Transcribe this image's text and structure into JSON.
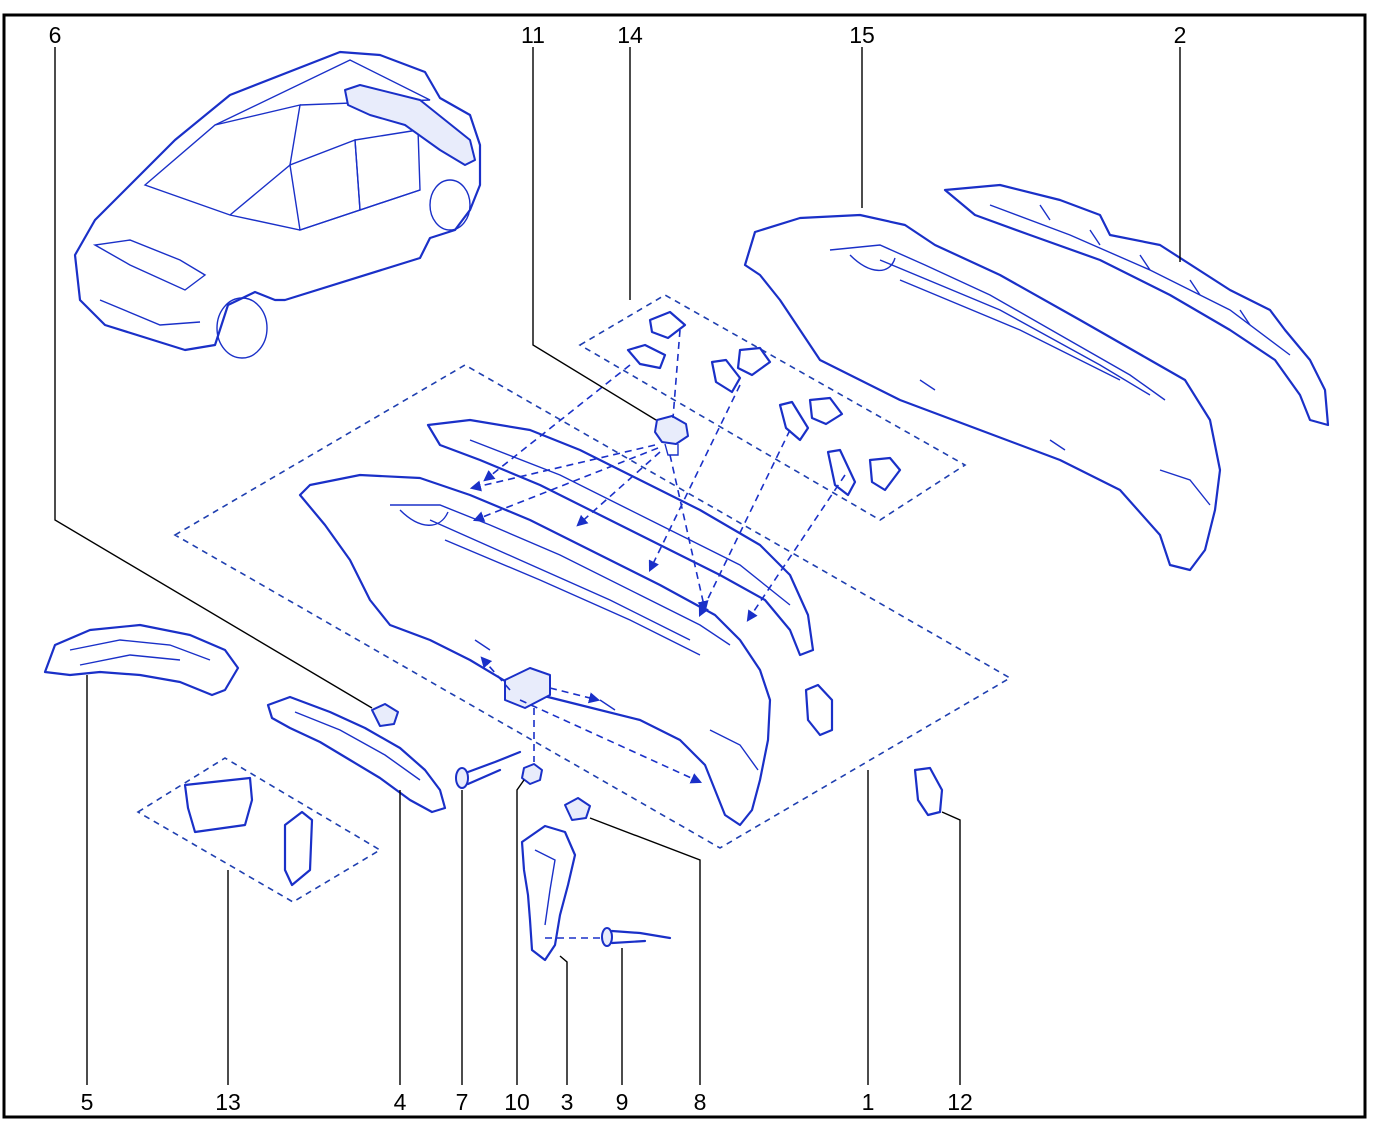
{
  "diagram": {
    "accent_color": "#1a30c8",
    "border_color": "#000000",
    "top_callouts": [
      "6",
      "11",
      "14",
      "15",
      "2"
    ],
    "bottom_callouts": [
      "5",
      "13",
      "4",
      "7",
      "10",
      "3",
      "9",
      "8",
      "1",
      "12"
    ]
  }
}
